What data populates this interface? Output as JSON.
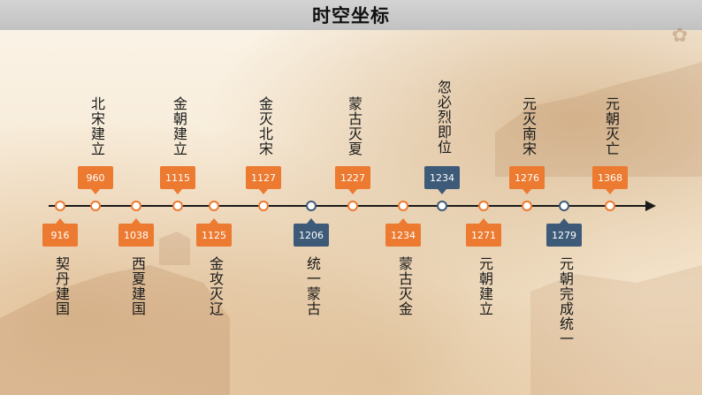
{
  "title": "时空坐标",
  "colors": {
    "accent": "#ec7a30",
    "highlight": "#3d5a78",
    "axis": "#1a1a1a"
  },
  "events_above": [
    {
      "year": "960",
      "label": "北宋建立",
      "color": "orange"
    },
    {
      "year": "1115",
      "label": "金朝建立",
      "color": "orange"
    },
    {
      "year": "1127",
      "label": "金灭北宋",
      "color": "orange"
    },
    {
      "year": "1227",
      "label": "蒙古灭夏",
      "color": "orange"
    },
    {
      "year": "1234",
      "label": "忽必烈即位",
      "color": "blue"
    },
    {
      "year": "1276",
      "label": "元灭南宋",
      "color": "orange"
    },
    {
      "year": "1368",
      "label": "元朝灭亡",
      "color": "orange"
    }
  ],
  "events_below": [
    {
      "year": "916",
      "label": "契丹建国",
      "color": "orange"
    },
    {
      "year": "1038",
      "label": "西夏建国",
      "color": "orange"
    },
    {
      "year": "1125",
      "label": "金攻灭辽",
      "color": "orange"
    },
    {
      "year": "1206",
      "label": "统一蒙古",
      "color": "blue"
    },
    {
      "year": "1234",
      "label": "蒙古灭金",
      "color": "orange"
    },
    {
      "year": "1271",
      "label": "元朝建立",
      "color": "orange"
    },
    {
      "year": "1279",
      "label": "元朝完成统一",
      "color": "blue"
    }
  ]
}
